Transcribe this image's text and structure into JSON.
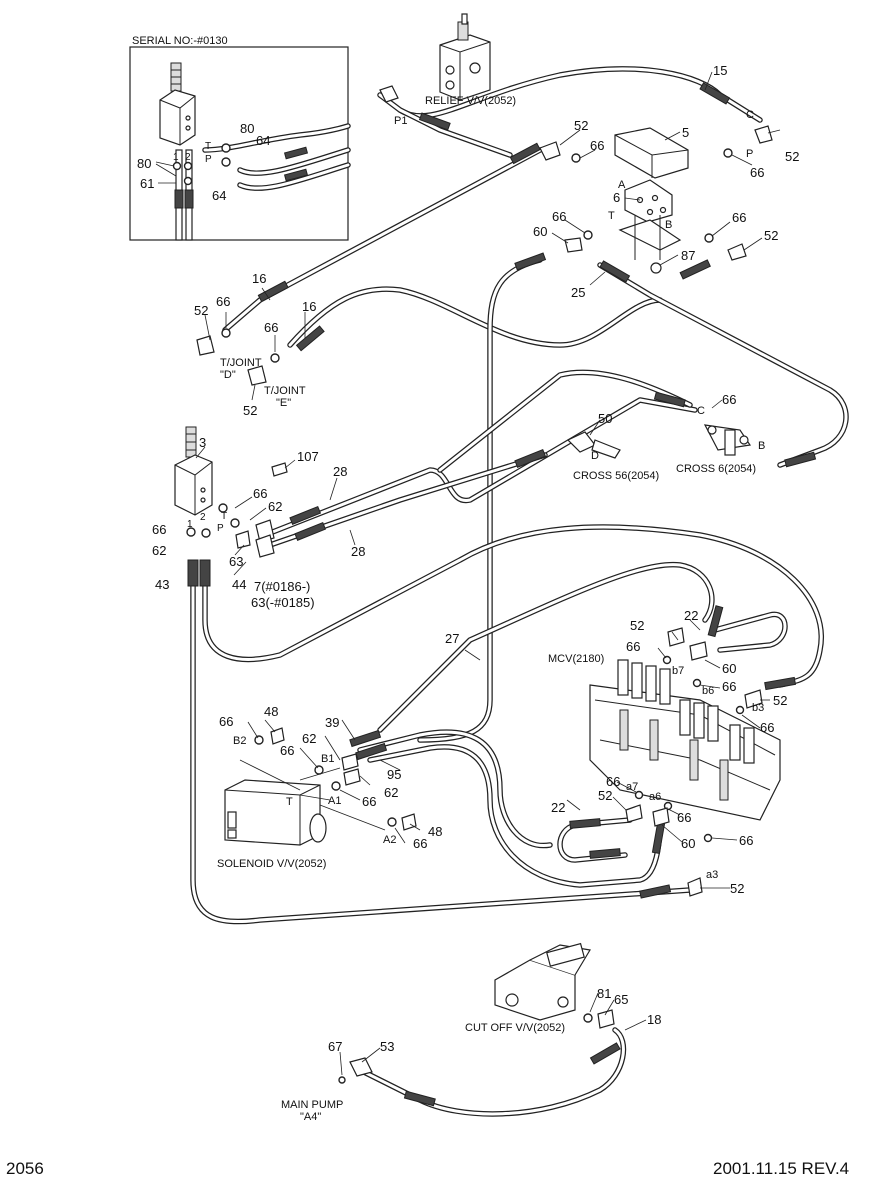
{
  "inset": {
    "title": "SERIAL NO:-#0130",
    "callouts": [
      "80",
      "64",
      "80",
      "61",
      "64"
    ],
    "ports": [
      "T",
      "P",
      "1",
      "2"
    ]
  },
  "components": {
    "relief": "RELIEF V/V(2052)",
    "mcv": "MCV(2180)",
    "solenoid": "SOLENOID V/V(2052)",
    "cutoff": "CUT OFF V/V(2052)",
    "cross56": "CROSS 56(2054)",
    "cross6": "CROSS 6(2054)",
    "tjoint_d_1": "T/JOINT",
    "tjoint_d_2": "\"D\"",
    "tjoint_e_1": "T/JOINT",
    "tjoint_e_2": "\"E\"",
    "main_pump_1": "MAIN PUMP",
    "main_pump_2": "\"A4\""
  },
  "ports": {
    "p1": "P1",
    "c1": "C",
    "p2": "P",
    "a1": "A",
    "b1": "B",
    "t1": "T",
    "c2": "C",
    "b2": "B",
    "d1": "D",
    "b7": "b7",
    "b6": "b6",
    "b3": "b3",
    "a7": "a7",
    "a6": "a6",
    "a3": "a3",
    "b2s": "B2",
    "b1s": "B1",
    "a1s": "A1",
    "a2s": "A2",
    "ts": "T",
    "tp": "T",
    "pp": "P",
    "n1": "1",
    "n2": "2"
  },
  "callouts": {
    "c15": "15",
    "c52a": "52",
    "c66a": "66",
    "c5": "5",
    "c52b": "52",
    "c66b": "66",
    "c6": "6",
    "c66c": "66",
    "c60a": "60",
    "c66d": "66",
    "c52c": "52",
    "c87": "87",
    "c25": "25",
    "c16a": "16",
    "c52d": "52",
    "c66e": "66",
    "c16b": "16",
    "c66f": "66",
    "c52e": "52",
    "c66g": "66",
    "c3": "3",
    "c107": "107",
    "c28a": "28",
    "c50": "50",
    "c66h": "66",
    "c62a": "62",
    "c66i": "66",
    "c62b": "62",
    "c63": "63",
    "c28b": "28",
    "c43": "43",
    "c44": "44",
    "c7": "7(#0186-)",
    "c63b": "63(-#0185)",
    "c22a": "22",
    "c52f": "52",
    "c27": "27",
    "c66j": "66",
    "c60b": "60",
    "c66k": "66",
    "c52g": "52",
    "c66l": "66",
    "c48a": "48",
    "c66m": "66",
    "c39": "39",
    "c62c": "62",
    "c66n": "66",
    "c95": "95",
    "c66o": "66",
    "c62d": "62",
    "c66p": "66",
    "c52h": "52",
    "c22b": "22",
    "c66q": "66",
    "c60c": "60",
    "c66r": "66",
    "c48b": "48",
    "c66s": "66",
    "c52i": "52",
    "c81": "81",
    "c65": "65",
    "c18": "18",
    "c67": "67",
    "c53": "53"
  },
  "footer": {
    "page_number": "2056",
    "revision": "2001.11.15  REV.4"
  }
}
